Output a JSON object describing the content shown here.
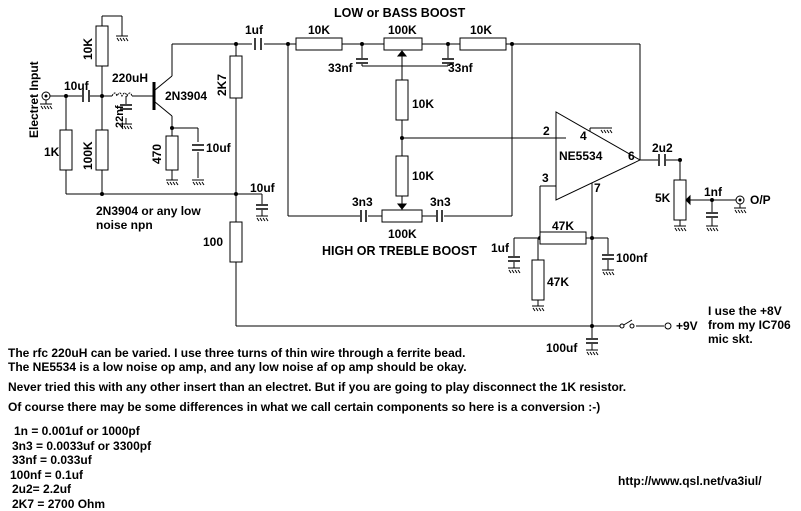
{
  "labels": {
    "low_boost": "LOW or BASS BOOST",
    "high_boost": "HIGH OR TREBLE BOOST",
    "electret_input": "Electret Input",
    "transistor": "2N3904",
    "transistor_note_1": "2N3904 or any low",
    "transistor_note_2": "noise npn",
    "opamp": "NE5534",
    "output": "O/P",
    "supply": "+9V",
    "pin2": "2",
    "pin3": "3",
    "pin4": "4",
    "pin6": "6",
    "pin7": "7"
  },
  "components": {
    "c_in": "10uf",
    "l1": "220uH",
    "c_22n": "22nf",
    "r_10k_top": "10K",
    "r_1k": "1K",
    "r_100k_bias": "100K",
    "r_470": "470",
    "c_emit": "10uf",
    "r_2k7": "2K7",
    "c_1uf_top": "1uf",
    "r_10k_l": "10K",
    "pot_100k_bass": "100K",
    "r_10k_r": "10K",
    "c_33n_l": "33nf",
    "c_33n_r": "33nf",
    "r_10k_mid1": "10K",
    "r_10k_mid2": "10K",
    "c_10uf_mid": "10uf",
    "r_100": "100",
    "c_3n3_l": "3n3",
    "pot_100k_treble": "100K",
    "c_3n3_r": "3n3",
    "r_47k_h": "47K",
    "c_1uf_l": "1uf",
    "r_47k_v": "47K",
    "c_100nf": "100nf",
    "c_100uf": "100uf",
    "c_2u2": "2u2",
    "pot_5k": "5K",
    "c_1nf": "1nf"
  },
  "notes": {
    "supply_1": "I use the +8V",
    "supply_2": "from my IC706",
    "supply_3": "mic skt.",
    "rfc_1": "The rfc 220uH can be varied. I use three turns of thin wire through a ferrite bead.",
    "rfc_2": "The NE5534 is a low noise op amp, and any low noise af op amp should be okay.",
    "insert": "Never tried this with any other insert than an electret. But if you are going to play disconnect the 1K resistor.",
    "conv_intro": "Of course there may be some differences in what we call certain components so here is a conversion :-)"
  },
  "conversions": [
    "1n = 0.001uf or 1000pf",
    "3n3 = 0.0033uf or 3300pf",
    "33nf = 0.033uf",
    "100nf = 0.1uf",
    "2u2= 2.2uf",
    "2K7 = 2700 Ohm"
  ],
  "url": "http://www.qsl.net/va3iul/"
}
